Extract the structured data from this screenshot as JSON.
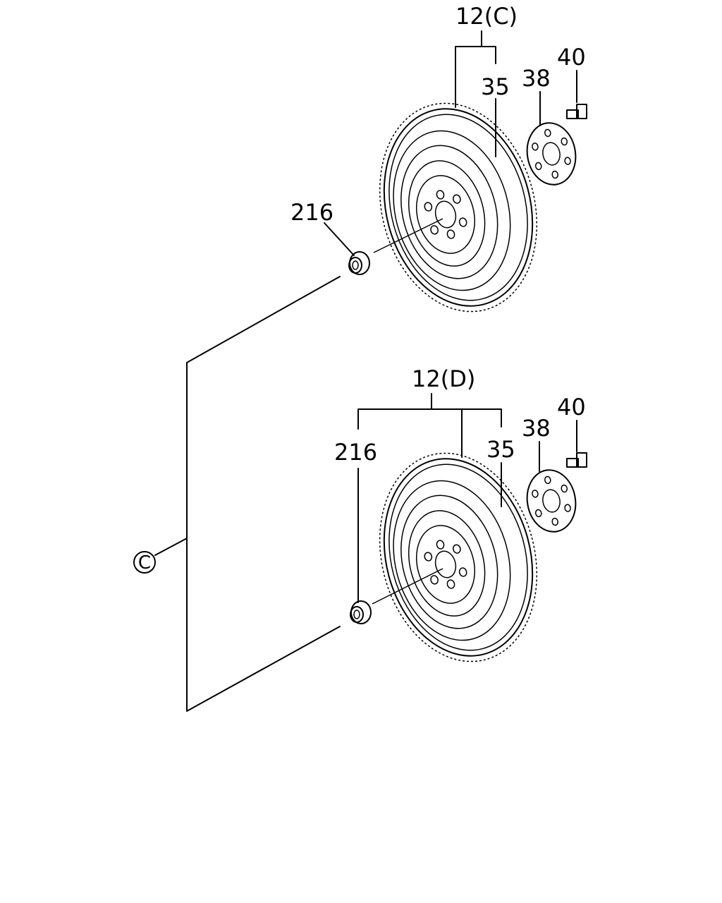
{
  "assembly_top": {
    "label": "12(C)",
    "parts": {
      "ring_gear": "35",
      "plate": "38",
      "bolt": "40",
      "bushing": "216"
    }
  },
  "assembly_bottom": {
    "label": "12(D)",
    "parts": {
      "ring_gear": "35",
      "plate": "38",
      "bolt": "40",
      "bushing": "216"
    }
  },
  "reference": {
    "label": "C"
  }
}
